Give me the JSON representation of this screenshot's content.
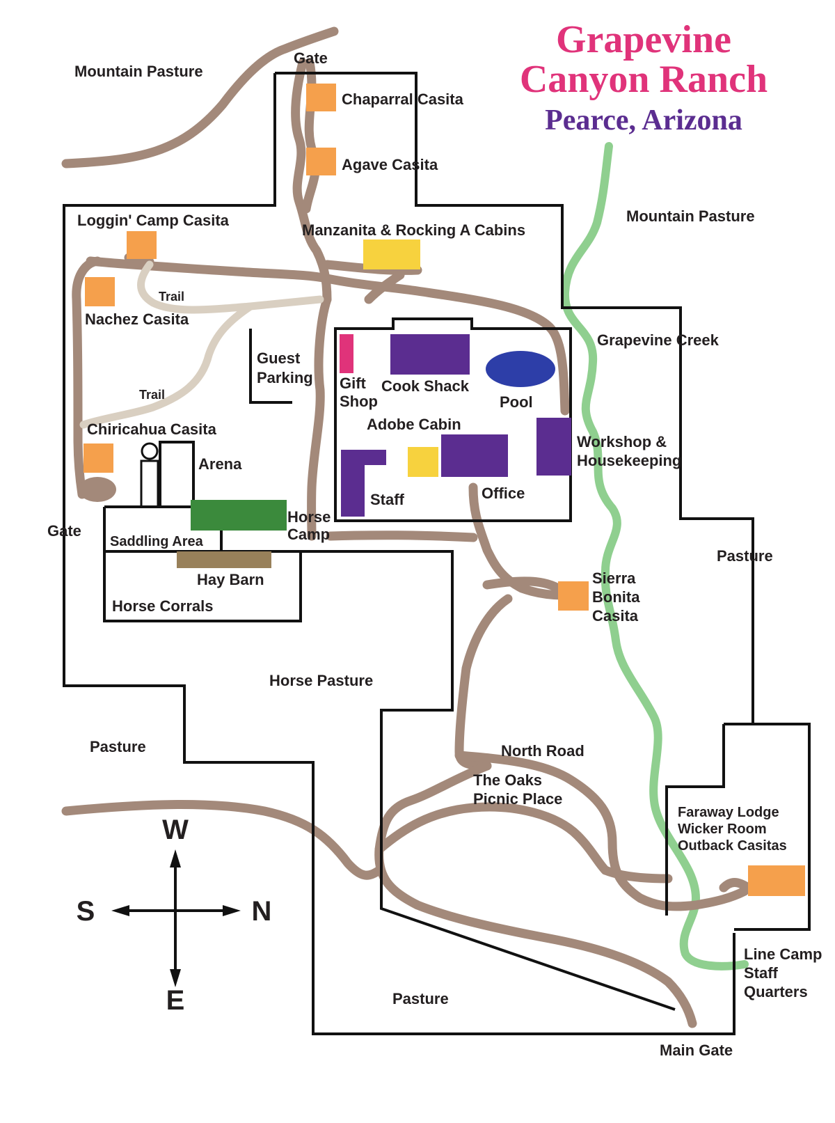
{
  "title_line1": "Grapevine",
  "title_line2": "Canyon Ranch",
  "subtitle": "Pearce, Arizona",
  "compass": {
    "west": "W",
    "south": "S",
    "north": "N",
    "east": "E"
  },
  "labels": {
    "mountain_pasture_left": "Mountain Pasture",
    "gate_top": "Gate",
    "chaparral_casita": "Chaparral Casita",
    "agave_casita": "Agave Casita",
    "loggin_camp_casita": "Loggin' Camp Casita",
    "manzanita_cabins": "Manzanita & Rocking A Cabins",
    "mountain_pasture_right": "Mountain Pasture",
    "trail_upper": "Trail",
    "nachez_casita": "Nachez Casita",
    "grapevine_creek": "Grapevine Creek",
    "guest_parking_1": "Guest",
    "guest_parking_2": "Parking",
    "gift_shop_1": "Gift",
    "gift_shop_2": "Shop",
    "cook_shack": "Cook Shack",
    "pool": "Pool",
    "trail_lower": "Trail",
    "adobe_cabin": "Adobe Cabin",
    "chiricahua_casita": "Chiricahua Casita",
    "workshop_1": "Workshop &",
    "workshop_2": "Housekeeping",
    "arena": "Arena",
    "staff": "Staff",
    "office": "Office",
    "horse_camp_1": "Horse",
    "horse_camp_2": "Camp",
    "gate_left": "Gate",
    "saddling_area": "Saddling Area",
    "pasture_right": "Pasture",
    "hay_barn": "Hay Barn",
    "sierra_bonita_1": "Sierra",
    "sierra_bonita_2": "Bonita",
    "sierra_bonita_3": "Casita",
    "horse_corrals": "Horse Corrals",
    "horse_pasture": "Horse Pasture",
    "pasture_left": "Pasture",
    "north_road": "North Road",
    "the_oaks_1": "The Oaks",
    "the_oaks_2": "Picnic Place",
    "faraway_1": "Faraway Lodge",
    "faraway_2": "Wicker Room",
    "faraway_3": "Outback Casitas",
    "line_camp_1": "Line Camp",
    "line_camp_2": "Staff",
    "line_camp_3": "Quarters",
    "pasture_bottom": "Pasture",
    "main_gate": "Main Gate"
  },
  "colors": {
    "casita": "#f5a04c",
    "cabin": "#f7d23e",
    "building": "#5b2d90",
    "gift_shop": "#e0337a",
    "pool": "#2d3ea8",
    "arena_green": "#3b8a3c",
    "hay_barn": "#98805a",
    "road": "#a3897a",
    "trail": "#d9cfc1",
    "creek": "#8fcf8f",
    "fence": "#111111"
  }
}
